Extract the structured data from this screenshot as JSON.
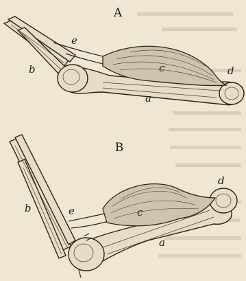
{
  "figure_a": {
    "title": "A",
    "labels": {
      "a": "a",
      "b": "b",
      "c": "c",
      "d": "d",
      "e": "e"
    }
  },
  "figure_b": {
    "title": "B",
    "labels": {
      "a": "a",
      "b": "b",
      "c": "c",
      "d": "d",
      "e": "e"
    }
  },
  "colors": {
    "paper": "#efe6d3",
    "ink": "#2a241b",
    "bleed_through": "#c9bda6"
  }
}
